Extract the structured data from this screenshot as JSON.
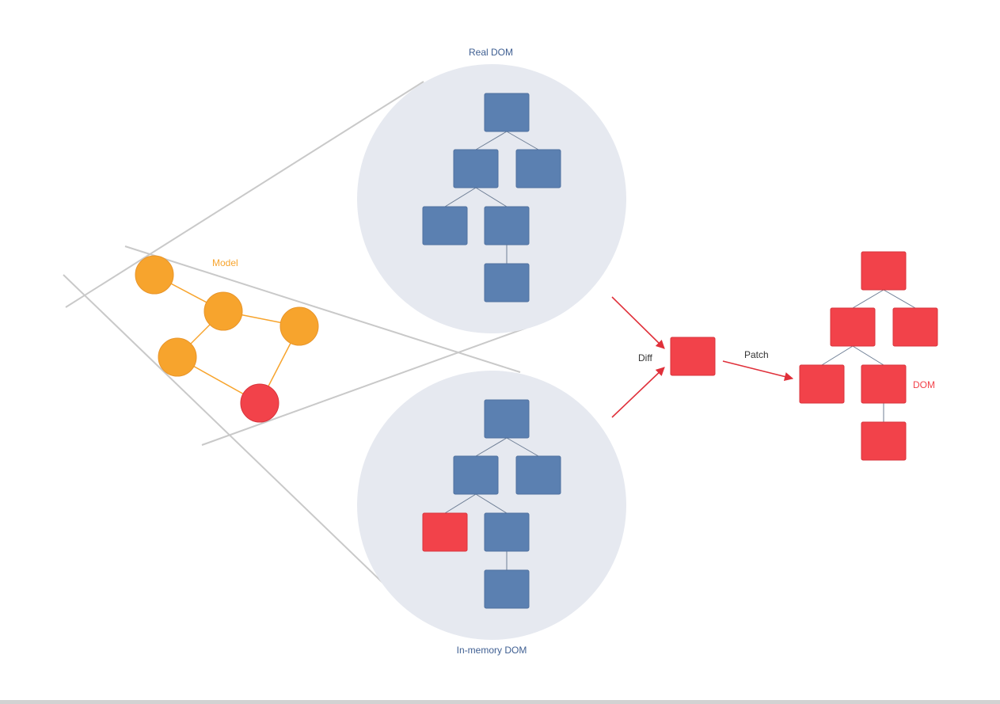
{
  "labels": {
    "real_dom": "Real DOM",
    "in_memory_dom": "In-memory DOM",
    "model": "Model",
    "diff": "Diff",
    "patch": "Patch",
    "dom": "DOM"
  },
  "colors": {
    "blue_node": "#5b80b1",
    "red_node": "#f2424a",
    "orange_node": "#f7a42d",
    "circle_bg": "#e6e9f0",
    "label_blue": "#3f5f92",
    "label_orange": "#f7a42d",
    "label_red": "#f2424a",
    "label_dark": "#333333",
    "lines_gray": "#c9c9c9"
  },
  "trees": {
    "real_dom": [
      "blue",
      "blue",
      "blue",
      "blue",
      "blue",
      "blue"
    ],
    "in_memory_dom": [
      "blue",
      "blue",
      "blue",
      "red",
      "blue",
      "blue"
    ],
    "patched_dom": [
      "red",
      "red",
      "red",
      "red",
      "red",
      "red"
    ]
  },
  "model_nodes": [
    "orange",
    "orange",
    "orange",
    "orange",
    "red"
  ]
}
